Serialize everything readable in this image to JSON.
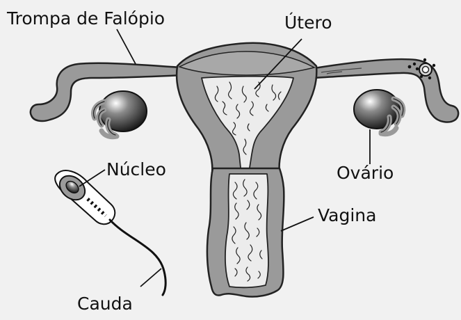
{
  "labels": {
    "trompa": "Trompa de Falópio",
    "utero": "Útero",
    "nucleo": "Núcleo",
    "ovario": "Ovário",
    "vagina": "Vagina",
    "cauda": "Cauda"
  },
  "colors": {
    "background": "#f1f1f1",
    "tissue": "#9a9a9a",
    "outline": "#222222",
    "cavity": "#ececec",
    "ovary_dark": "#1a1a1a"
  }
}
